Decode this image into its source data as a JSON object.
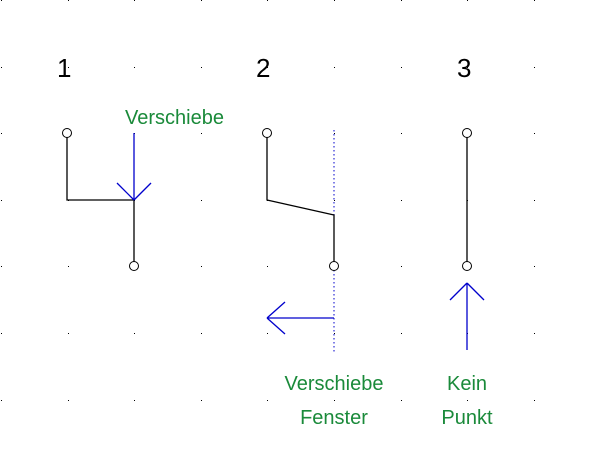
{
  "colors": {
    "background": "#ffffff",
    "grid_dot": "#000000",
    "wire": "#000000",
    "arrow": "#0000cc",
    "label": "#1a8a3a",
    "pin_fill": "#ffffff"
  },
  "steps": [
    {
      "number": "1",
      "label_lines": [
        "Verschiebe"
      ]
    },
    {
      "number": "2",
      "label_lines": [
        "Verschiebe",
        "Fenster"
      ]
    },
    {
      "number": "3",
      "label_lines": [
        "Kein",
        "Punkt"
      ]
    }
  ]
}
